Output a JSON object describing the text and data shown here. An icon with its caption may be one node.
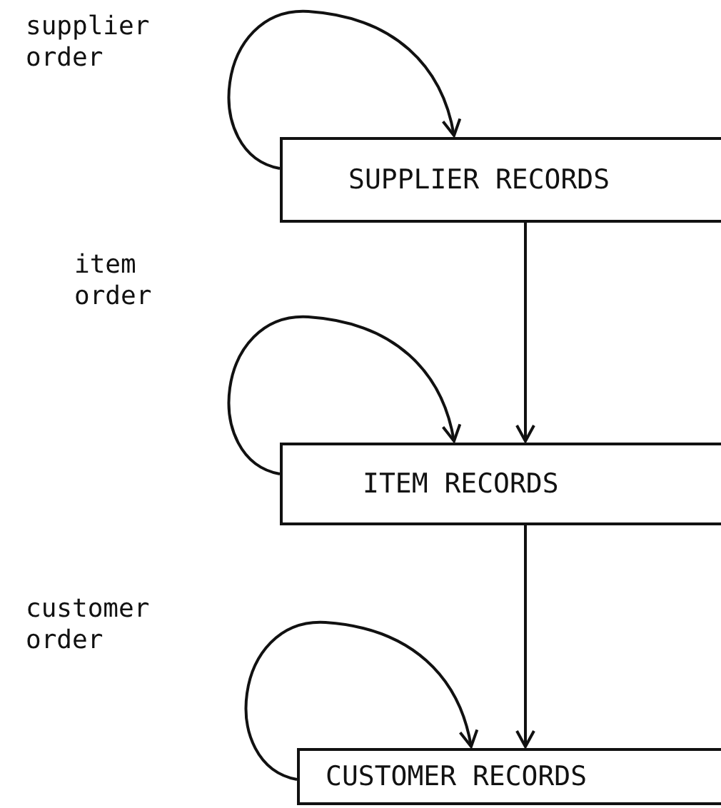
{
  "diagram": {
    "nodes": [
      {
        "text": [
          "SUPPLIER RECORDS"
        ]
      },
      {
        "text": [
          "ITEM RECORDS"
        ]
      },
      {
        "text": [
          "CUSTOMER RECORDS"
        ]
      }
    ],
    "edges": [
      {
        "from": 0,
        "to": 0,
        "arrow": "to",
        "label": "supplier order"
      },
      {
        "from": 0,
        "to": 1,
        "arrow": "to"
      },
      {
        "from": 1,
        "to": 1,
        "arrow": "to",
        "label": "item order"
      },
      {
        "from": 1,
        "to": 2,
        "arrow": "to"
      },
      {
        "from": 2,
        "to": 2,
        "arrow": "to",
        "label": "customer order"
      }
    ]
  }
}
